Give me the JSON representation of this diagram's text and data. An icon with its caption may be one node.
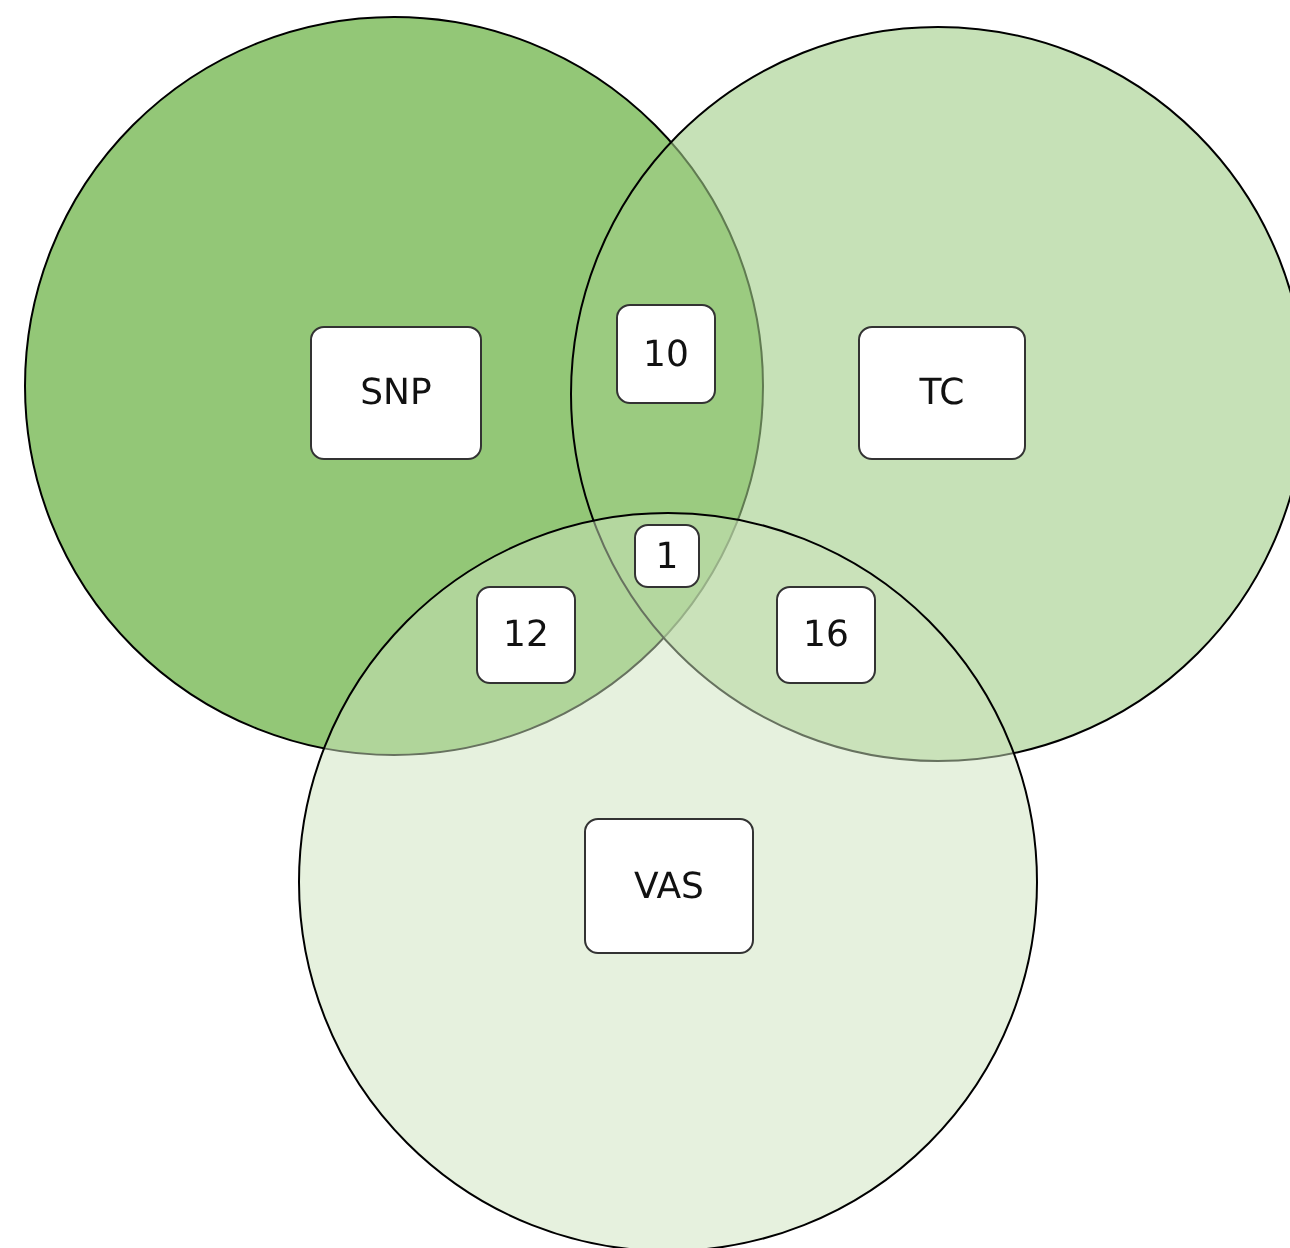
{
  "diagram": {
    "nodes": [
      {
        "text": [],
        "shape": "circle"
      },
      {
        "text": [],
        "shape": "circle"
      },
      {
        "text": [],
        "shape": "circle"
      },
      {
        "text": [
          "SNP"
        ],
        "in": 0
      },
      {
        "text": [
          "10"
        ]
      },
      {
        "text": [
          "TC"
        ],
        "in": 1
      },
      {
        "text": [
          "1"
        ]
      },
      {
        "text": [
          "12"
        ]
      },
      {
        "text": [
          "16"
        ]
      },
      {
        "text": [
          "VAS"
        ],
        "in": 2
      }
    ]
  }
}
